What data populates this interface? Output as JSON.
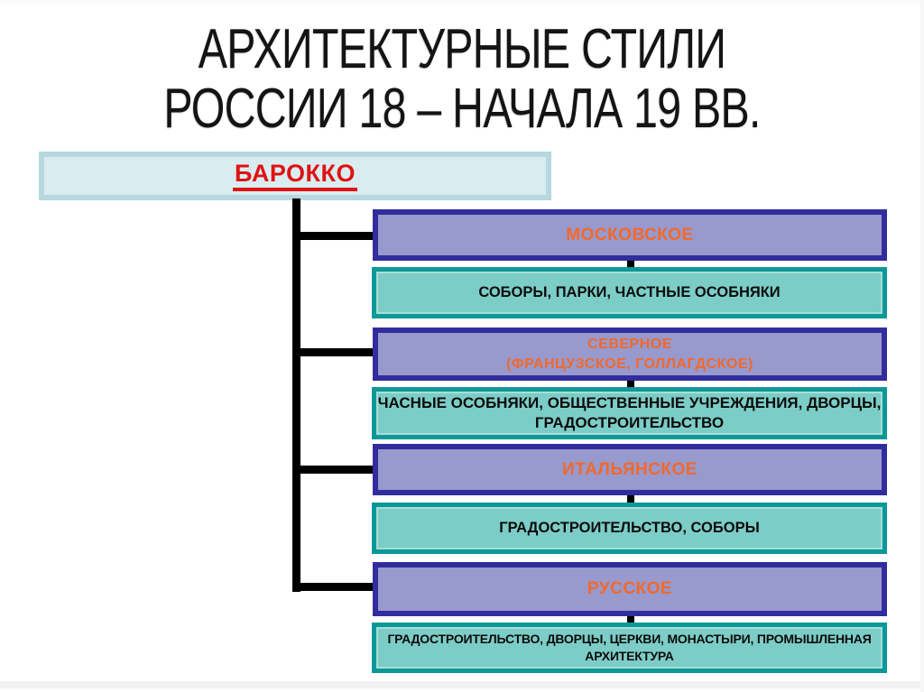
{
  "slide": {
    "title": {
      "line1": "АРХИТЕКТУРНЫЕ СТИЛИ",
      "line2": "РОССИИ 18 – НАЧАЛА 19 ВВ."
    },
    "root": {
      "label": "БАРОККО"
    },
    "branches": [
      {
        "name_lines": [
          "МОСКОВСКОЕ"
        ],
        "desc_lines": [
          "СОБОРЫ, ПАРКИ, ЧАСТНЫЕ ОСОБНЯКИ"
        ]
      },
      {
        "name_lines": [
          "СЕВЕРНОЕ",
          "(ФРАНЦУЗСКОЕ, ГОЛЛАГДСКОЕ)"
        ],
        "desc_lines": [
          "ЧАСНЫЕ ОСОБНЯКИ, ОБЩЕСТВЕННЫЕ УЧРЕЖДЕНИЯ, ДВОРЦЫ,",
          "ГРАДОСТРОИТЕЛЬСТВО"
        ]
      },
      {
        "name_lines": [
          "ИТАЛЬЯНСКОЕ"
        ],
        "desc_lines": [
          "ГРАДОСТРОИТЕЛЬСТВО, СОБОРЫ"
        ]
      },
      {
        "name_lines": [
          "РУССКОЕ"
        ],
        "desc_lines": [
          "ГРАДОСТРОИТЕЛЬСТВО, ДВОРЦЫ, ЦЕРКВИ, МОНАСТЫРИ, ПРОМЫШЛЕННАЯ",
          "АРХИТЕКТУРА"
        ]
      }
    ],
    "colors": {
      "root_fill": "#d9edf1",
      "root_border": "#b7d8de",
      "root_text": "#e01212",
      "purple_fill": "#9899cd",
      "purple_border": "#322d9d",
      "heading_orange": "#f2692a",
      "teal_fill": "#7ccdc7",
      "teal_border": "#0d9898",
      "teal_inner": "#a6ded9",
      "connector_black": "#000000"
    }
  }
}
